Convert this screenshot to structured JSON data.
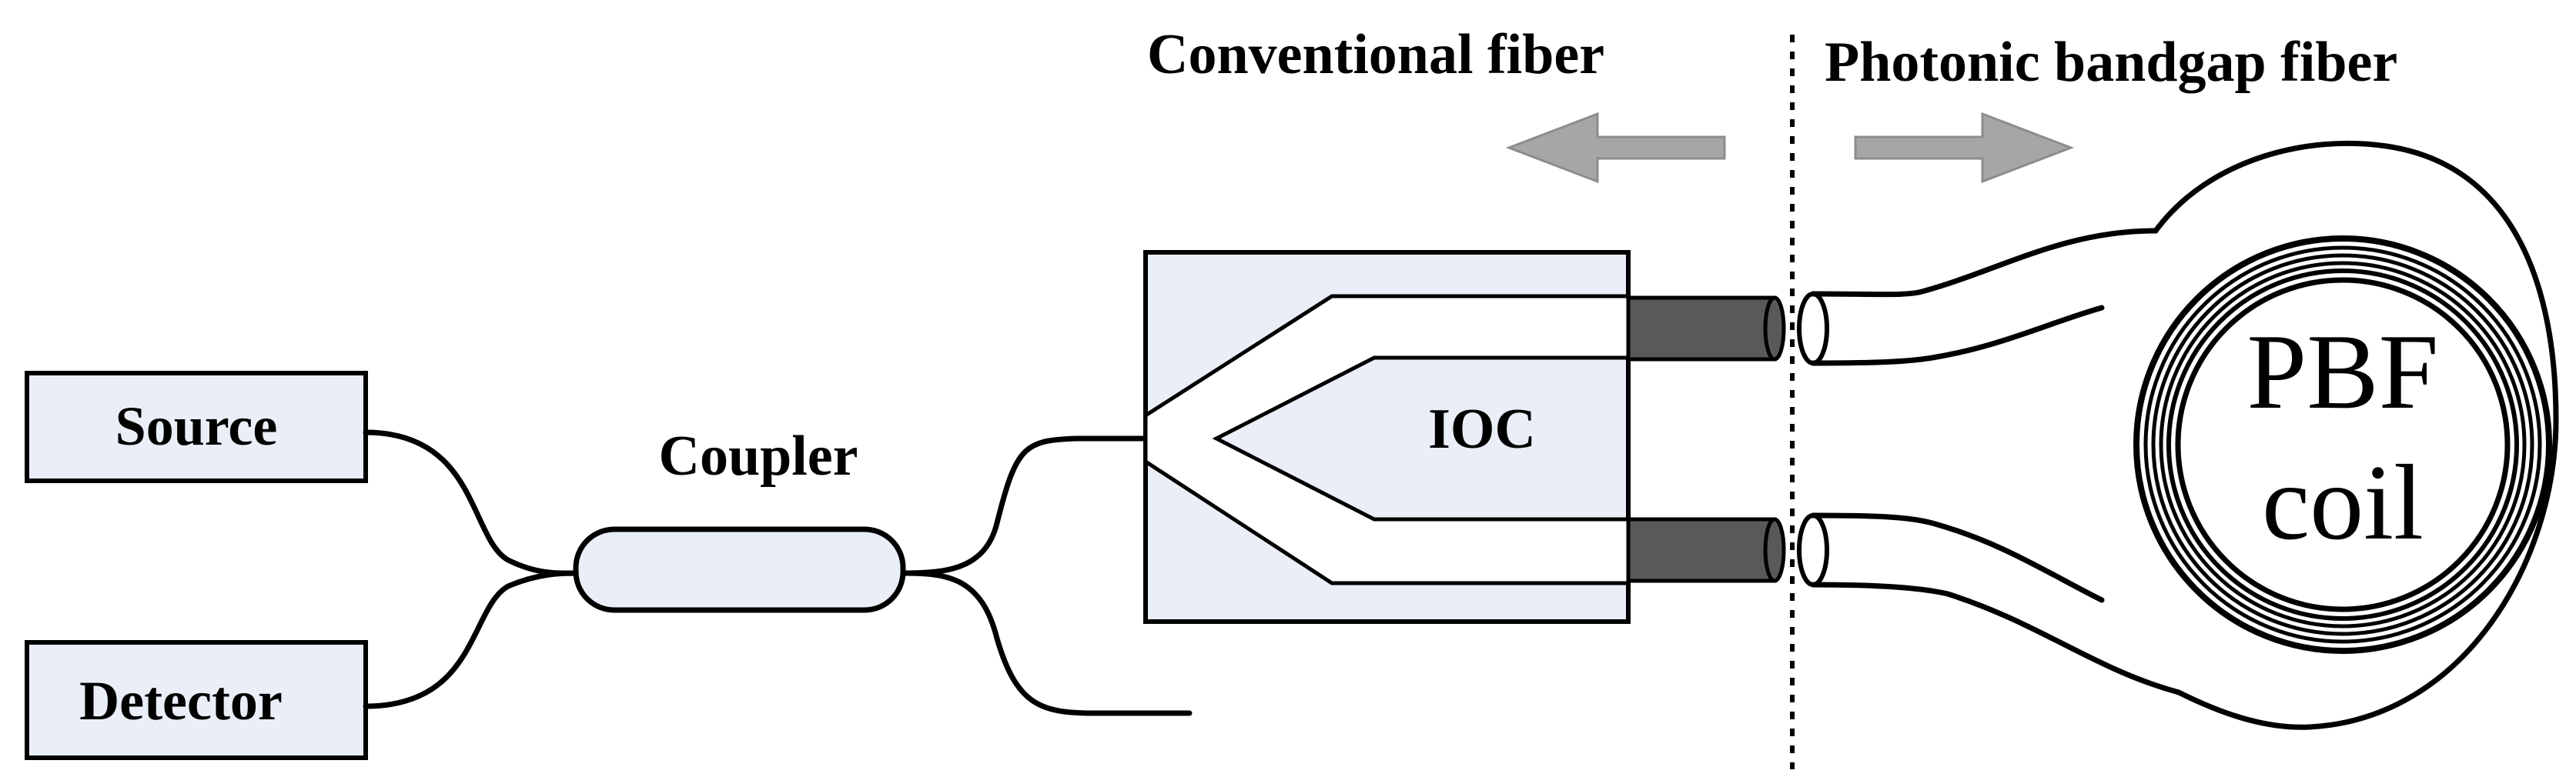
{
  "labels": {
    "conventional_fiber": "Conventional fiber",
    "photonic_bandgap_fiber": "Photonic bandgap fiber",
    "source": "Source",
    "detector": "Detector",
    "coupler": "Coupler",
    "ioc": "IOC",
    "pbf_line1": "PBF",
    "pbf_line2": "coil"
  },
  "colors": {
    "box_fill": "#e9eef7",
    "connector_fill": "#595959",
    "arrow_fill": "#a6a6a6"
  }
}
